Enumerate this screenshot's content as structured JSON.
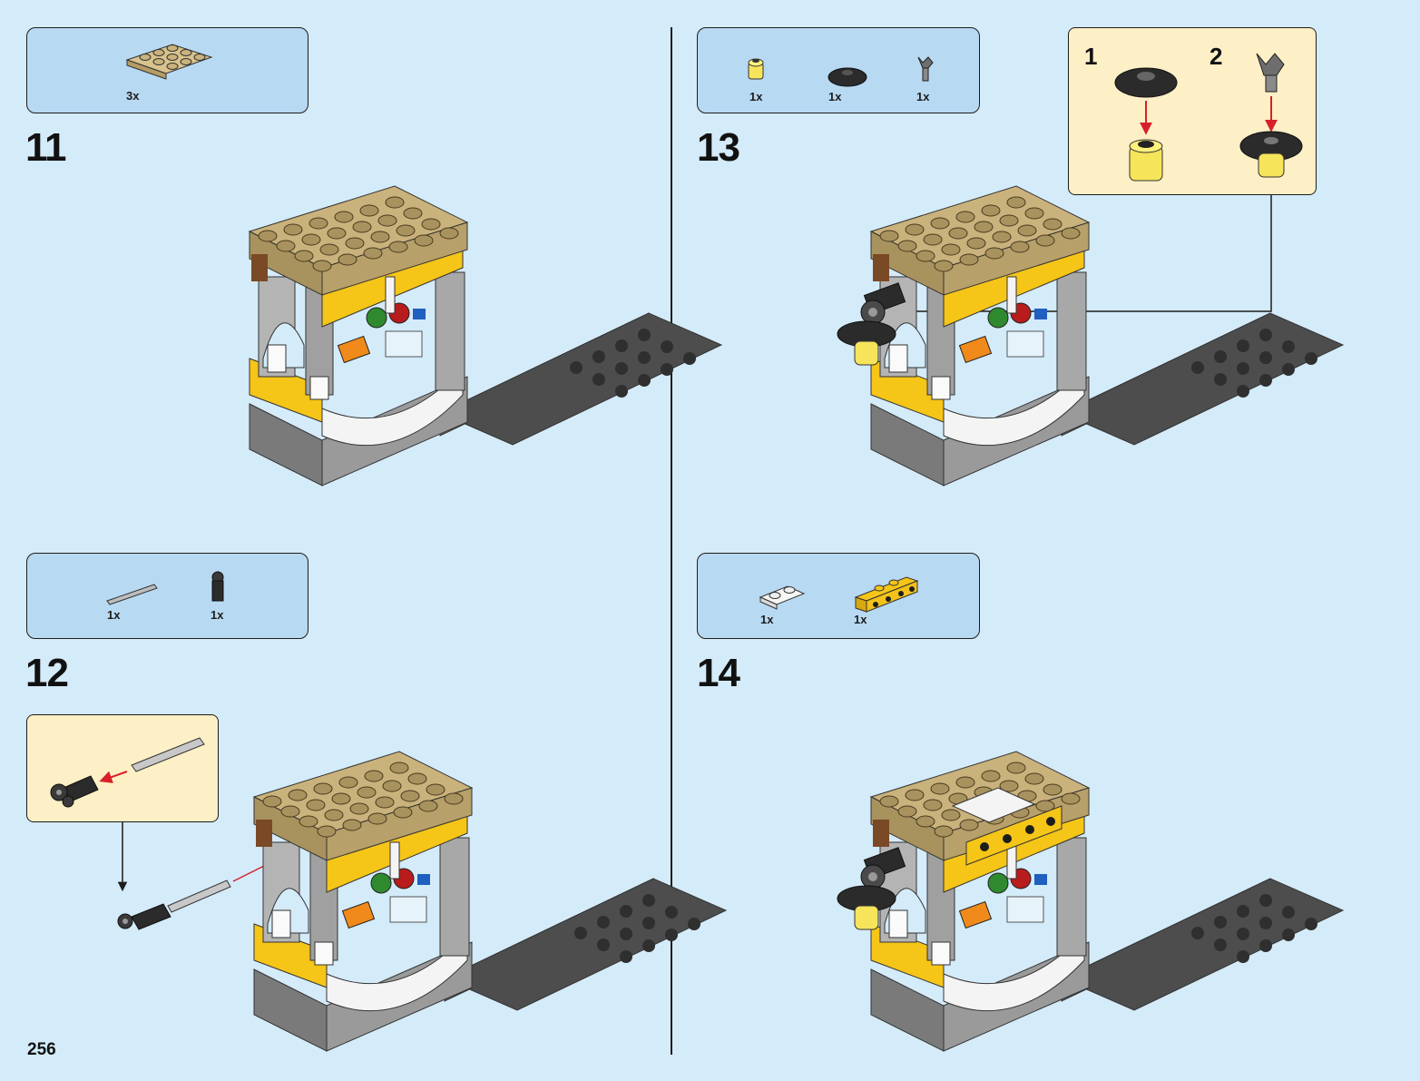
{
  "page_number": "256",
  "steps": [
    {
      "number": "11",
      "parts": [
        {
          "qty": "3x",
          "icon": "tan-plate-2x4-icon"
        }
      ]
    },
    {
      "number": "12",
      "parts": [
        {
          "qty": "1x",
          "icon": "gray-bar-icon"
        },
        {
          "qty": "1x",
          "icon": "black-clip-icon"
        }
      ]
    },
    {
      "number": "13",
      "parts": [
        {
          "qty": "1x",
          "icon": "yellow-round-brick-icon"
        },
        {
          "qty": "1x",
          "icon": "black-dish-icon"
        },
        {
          "qty": "1x",
          "icon": "gray-claw-icon"
        }
      ],
      "substeps": [
        "1",
        "2"
      ]
    },
    {
      "number": "14",
      "parts": [
        {
          "qty": "1x",
          "icon": "white-plate-1x2-icon"
        },
        {
          "qty": "1x",
          "icon": "yellow-bracket-icon"
        }
      ]
    }
  ],
  "colors": {
    "background": "#d4ebf9",
    "parts_box": "#b8d9f2",
    "callout": "#fdefc6",
    "tan": "#c9b27c",
    "yellow": "#f5c518",
    "gray": "#a5a5a5",
    "dark_gray": "#5f5f5f",
    "arrow_red": "#d8202a"
  }
}
